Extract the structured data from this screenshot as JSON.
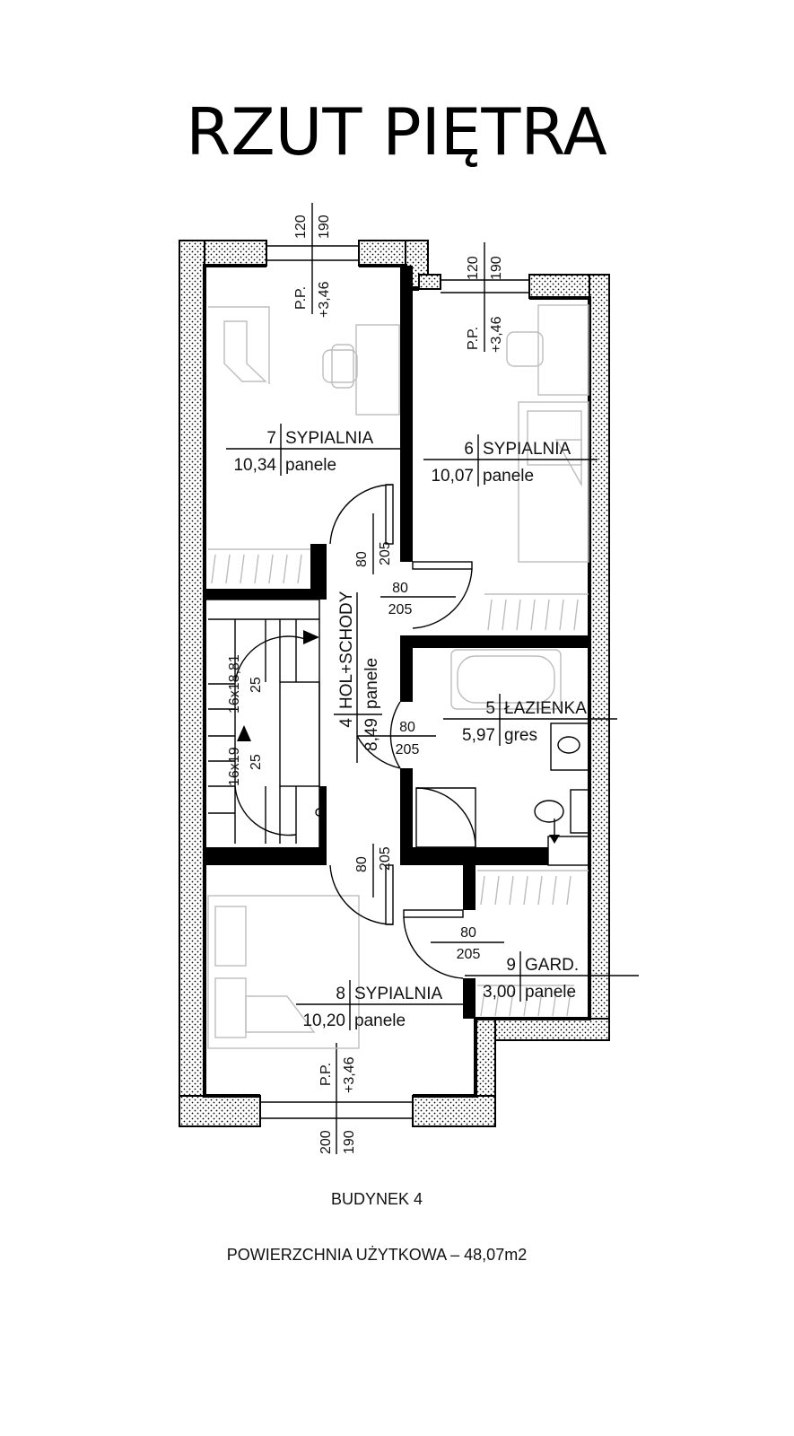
{
  "title": "RZUT PIĘTRA",
  "rooms": [
    {
      "number": "7",
      "name": "SYPIALNIA",
      "area": "10,34",
      "floor": "panele"
    },
    {
      "number": "6",
      "name": "SYPIALNIA",
      "area": "10,07",
      "floor": "panele"
    },
    {
      "number": "5",
      "name": "ŁAZIENKA",
      "area": "5,97",
      "floor": "gres"
    },
    {
      "number": "4",
      "name": "HOL+SCHODY",
      "area": "8,49",
      "floor": "panele"
    },
    {
      "number": "9",
      "name": "GARD.",
      "area": "3,00",
      "floor": "panele"
    },
    {
      "number": "8",
      "name": "SYPIALNIA",
      "area": "10,20",
      "floor": "panele"
    }
  ],
  "windows": [
    {
      "sill": "P.P.",
      "level": "+3,46",
      "width": "120",
      "height": "190"
    },
    {
      "sill": "P.P.",
      "level": "+3,46",
      "width": "120",
      "height": "190"
    },
    {
      "sill": "P.P.",
      "level": "+3,46",
      "width": "200",
      "height": "190"
    }
  ],
  "doors": [
    {
      "width": "80",
      "height": "205"
    },
    {
      "width": "80",
      "height": "205"
    },
    {
      "width": "80",
      "height": "205"
    },
    {
      "width": "80",
      "height": "205"
    },
    {
      "width": "80",
      "height": "205"
    }
  ],
  "stairs": [
    {
      "steps": "16x18,81",
      "depth": "25"
    },
    {
      "steps": "16x19",
      "depth": "25"
    }
  ],
  "building": "BUDYNEK 4",
  "usable_area": "POWIERZCHNIA UŻYTKOWA – 48,07m2"
}
